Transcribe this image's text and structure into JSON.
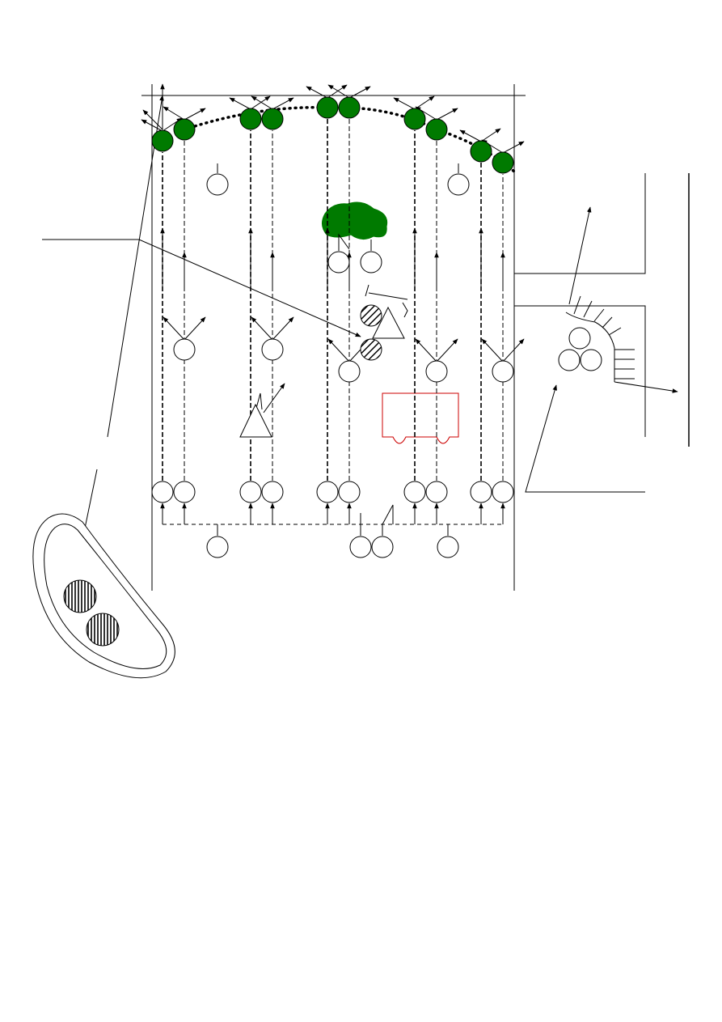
{
  "colors": {
    "line": "#000000",
    "cell_fill": "#ffffff",
    "marker_fill": "#007a00",
    "blob_fill": "#007a00",
    "highlight_box": "#cc0000"
  },
  "legend": {
    "symbols": [
      {
        "name": "filled-green-circle",
        "icon": "green-circle"
      },
      {
        "name": "open-circle",
        "icon": "open-circle"
      },
      {
        "name": "hatched-circle",
        "icon": "diagonal-hatched-circle"
      },
      {
        "name": "striped-circle",
        "icon": "vertical-striped-circle"
      },
      {
        "name": "triangle",
        "icon": "triangle"
      }
    ]
  }
}
